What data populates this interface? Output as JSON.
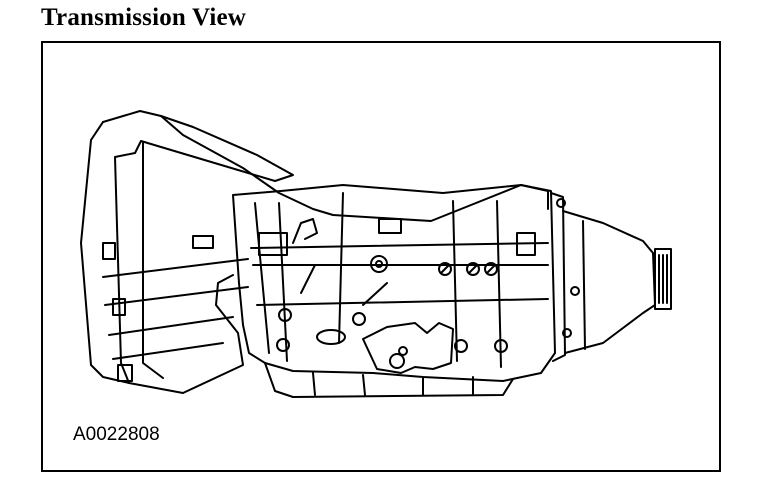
{
  "title": "Transmission View",
  "figure_id": "A0022808",
  "illustration": {
    "subject_icon": "transmission-illustration",
    "line_color": "#000000",
    "background_color": "#ffffff"
  }
}
